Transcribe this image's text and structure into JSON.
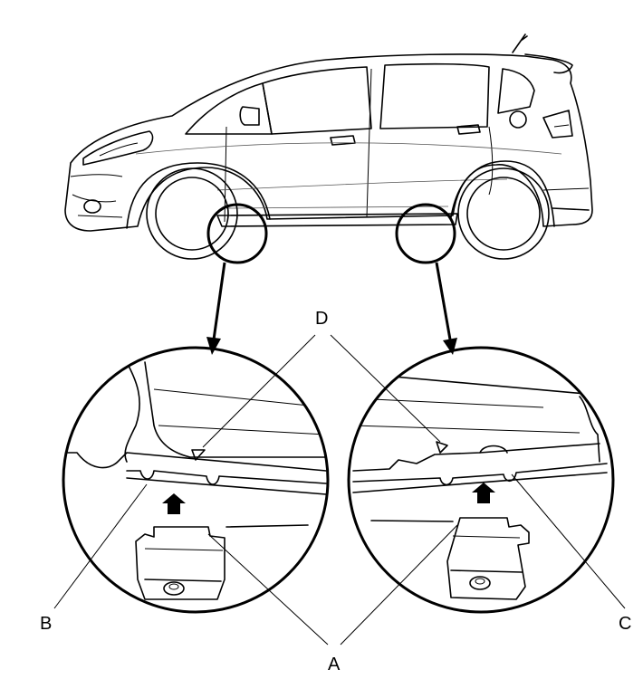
{
  "labels": {
    "a": "A",
    "b": "B",
    "c": "C",
    "d": "D"
  }
}
